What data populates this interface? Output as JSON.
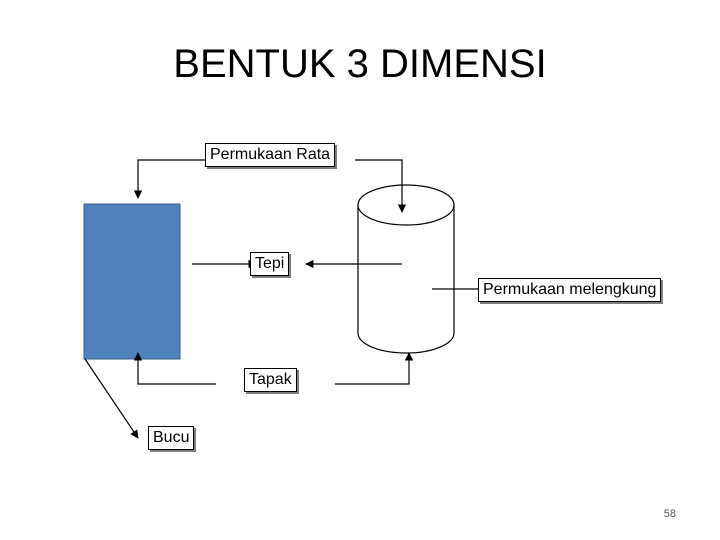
{
  "slide": {
    "title": "BENTUK 3 DIMENSI",
    "page_number": "58"
  },
  "labels": {
    "flat_surface": "Permukaan Rata",
    "edge": "Tepi",
    "curved_surface": "Permukaan melengkung",
    "base": "Tapak",
    "vertex": "Bucu"
  },
  "colors": {
    "prism_fill": "#4f81bd",
    "line": "#000000"
  }
}
